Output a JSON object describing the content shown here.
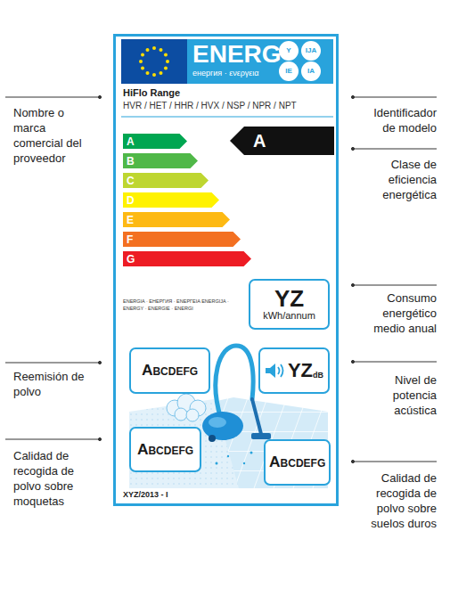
{
  "diagram": {
    "nodes": [
      {
        "text": [
          "ENERG",
          "енергия · ενεργεια",
          "HiFlo Range",
          "HVR / HET / HHR / HVX / NSP / NPR / NPT",
          "ENERGIA · ЕНЕРГИЯ · ΕΝΕΡΓΕΙΑ ENERGIJA · ENERGY · ENERGIE · ENERGI",
          "XYZ/2013 - I"
        ]
      },
      {
        "text": [
          "Y"
        ],
        "in": 0
      },
      {
        "text": [
          "IJA"
        ],
        "in": 0
      },
      {
        "text": [
          "IE"
        ],
        "in": 0
      },
      {
        "text": [
          "IA"
        ],
        "in": 0
      },
      {
        "text": [
          "A"
        ],
        "in": 0
      },
      {
        "text": [
          "B"
        ],
        "in": 0
      },
      {
        "text": [
          "C"
        ],
        "in": 0
      },
      {
        "text": [
          "D"
        ],
        "in": 0
      },
      {
        "text": [
          "E"
        ],
        "in": 0
      },
      {
        "text": [
          "F"
        ],
        "in": 0
      },
      {
        "text": [
          "G"
        ],
        "in": 0
      },
      {
        "text": [
          "A"
        ],
        "in": 0
      },
      {
        "text": [
          "YZ",
          "kWh/annum"
        ],
        "in": 0
      },
      {
        "text": [
          "ABCDEFG"
        ],
        "in": 0
      },
      {
        "text": [
          "YZ",
          "dB"
        ],
        "in": 0
      },
      {
        "text": [
          "ABCDEFG"
        ],
        "in": 0
      },
      {
        "text": [
          "ABCDEFG"
        ],
        "in": 0
      }
    ],
    "labels": [
      "Nombre o marca comercial del proveedor",
      "Reemisión de polvo",
      "Calidad de recogida de polvo sobre moquetas",
      "Identificador de modelo",
      "Clase de eficiencia energética",
      "Consumo energético medio anual",
      "Nivel de potencia acústica",
      "Calidad de recogida de polvo sobre suelos duros"
    ]
  }
}
